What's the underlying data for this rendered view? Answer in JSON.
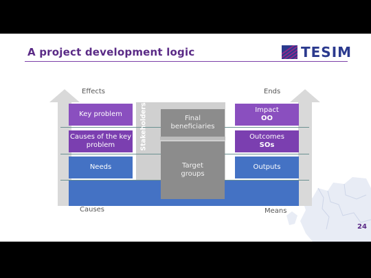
{
  "title": "A project development logic",
  "logo": {
    "text": "TESIM"
  },
  "labels": {
    "effects": "Effects",
    "ends": "Ends",
    "causes": "Causes",
    "means": "Means",
    "stakeholders": "Stakeholders"
  },
  "problem_tree": [
    "Key problem",
    "Causes of the key problem",
    "Needs"
  ],
  "stakeholder_boxes": [
    "Final beneficiaries",
    "Target groups"
  ],
  "objective_tree": [
    {
      "text": "Impact",
      "sub": "OO"
    },
    {
      "text": "Outcomes",
      "sub": "SOs"
    },
    {
      "text": "Outputs",
      "sub": ""
    }
  ],
  "page_number": "24",
  "colors": {
    "title": "#5a2a86",
    "purple": "#8a4fbf",
    "blue": "#4472c4",
    "grey": "#8c8c8c",
    "arrow": "#d9d9d9",
    "logo_blue": "#2b3a8e",
    "logo_magenta": "#8f2a8a"
  }
}
